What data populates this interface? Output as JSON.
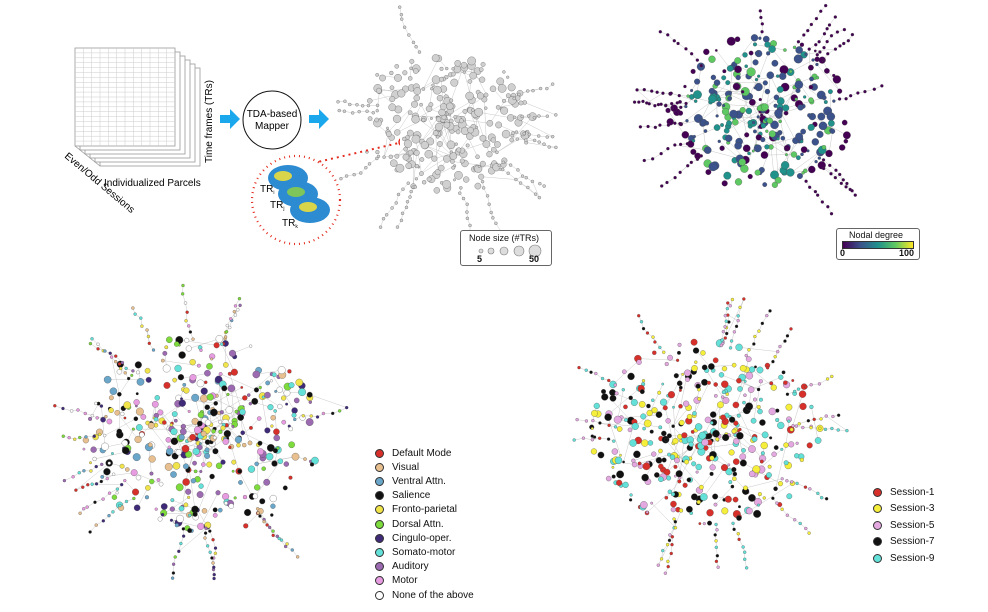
{
  "pipeline": {
    "stack_label_time": "Time frames (TRs)",
    "stack_label_parcels": "Individualized Parcels",
    "stack_label_sessions": "Even/Odd Sessions",
    "mapper_label": "TDA-based Mapper",
    "tr_labels": [
      "TR",
      "TR",
      "TR"
    ],
    "tr_subscripts": [
      "i",
      "j",
      "k"
    ]
  },
  "node_size_legend": {
    "title": "Node size (#TRs)",
    "min": "5",
    "max": "50"
  },
  "degree_legend": {
    "title": "Nodal degree",
    "min": "0",
    "max": "100"
  },
  "network_legend": [
    {
      "label": "Default Mode",
      "color": "#d7302a"
    },
    {
      "label": "Visual",
      "color": "#e8c08f"
    },
    {
      "label": "Ventral Attn.",
      "color": "#6aa6c9"
    },
    {
      "label": "Salience",
      "color": "#111111"
    },
    {
      "label": "Fronto-parietal",
      "color": "#f1e44a"
    },
    {
      "label": "Dorsal Attn.",
      "color": "#7ddb3c"
    },
    {
      "label": "Cingulo-oper.",
      "color": "#3f2a78"
    },
    {
      "label": "Somato-motor",
      "color": "#63e0d8"
    },
    {
      "label": "Auditory",
      "color": "#9b6ab1"
    },
    {
      "label": "Motor",
      "color": "#e79be0"
    },
    {
      "label": "None of the above",
      "color": "#ffffff"
    }
  ],
  "session_legend": [
    {
      "label": "Session-1",
      "color": "#d7302a"
    },
    {
      "label": "Session-3",
      "color": "#f5ee3a"
    },
    {
      "label": "Session-5",
      "color": "#e3a8e0"
    },
    {
      "label": "Session-7",
      "color": "#111111"
    },
    {
      "label": "Session-9",
      "color": "#63e0d8"
    }
  ],
  "colors": {
    "arrow": "#1aa7ec",
    "dotted_circle": "#e32b1f",
    "gray_node": "#d0d0d0",
    "viridis": [
      "#440154",
      "#3b528b",
      "#21918c",
      "#5ec962",
      "#fde725"
    ]
  }
}
